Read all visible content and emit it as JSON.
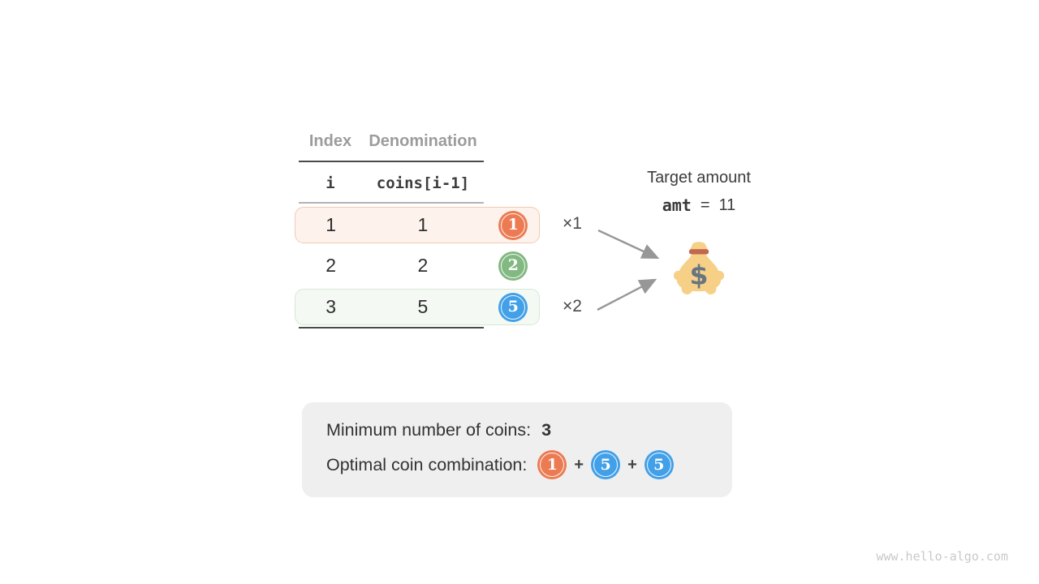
{
  "table": {
    "headers": {
      "index": "Index",
      "denomination": "Denomination"
    },
    "code_headers": {
      "index": "i",
      "denomination": "coins[i-1]"
    },
    "rows": [
      {
        "index": "1",
        "denomination": "1",
        "coin": "1",
        "coin_color": "#ec7b53",
        "highlight_bg": "#fdf2ec",
        "highlight_border": "#f4cab5"
      },
      {
        "index": "2",
        "denomination": "2",
        "coin": "2",
        "coin_color": "#82b881",
        "highlight_bg": "transparent",
        "highlight_border": "transparent"
      },
      {
        "index": "3",
        "denomination": "5",
        "coin": "5",
        "coin_color": "#42a0e8",
        "highlight_bg": "#f4f9f4",
        "highlight_border": "#d7e8d5"
      }
    ]
  },
  "annotations": {
    "times_1": "×1",
    "times_2": "×2"
  },
  "target": {
    "label": "Target amount",
    "variable": "amt",
    "equals": "=",
    "value": "11",
    "bag_dollar": "$"
  },
  "summary": {
    "min_label": "Minimum number of coins:",
    "min_value": "3",
    "combo_label": "Optimal coin combination:",
    "plus": "+",
    "coins": [
      {
        "value": "1",
        "color": "#ec7b53"
      },
      {
        "value": "5",
        "color": "#42a0e8"
      },
      {
        "value": "5",
        "color": "#42a0e8"
      }
    ]
  },
  "watermark": {
    "text": "www.hello-algo.com"
  },
  "colors": {
    "coin_orange": "#ec7b53",
    "coin_green": "#82b881",
    "coin_blue": "#42a0e8",
    "row_orange_bg": "#fdf2ec",
    "row_orange_border": "#f4cab5",
    "row_green_bg": "#f4f9f4",
    "row_green_border": "#d7e8d5",
    "rule_dark": "#4a4a4a",
    "rule_light": "#b3b3b3",
    "arrow_gray": "#979797",
    "header_gray": "#9c9c9c",
    "summary_bg": "#efefef",
    "bag_yellow": "#f7d087",
    "bag_tie": "#c0694f",
    "bag_dollar": "#66757f",
    "watermark_gray": "#c9c9c9"
  }
}
